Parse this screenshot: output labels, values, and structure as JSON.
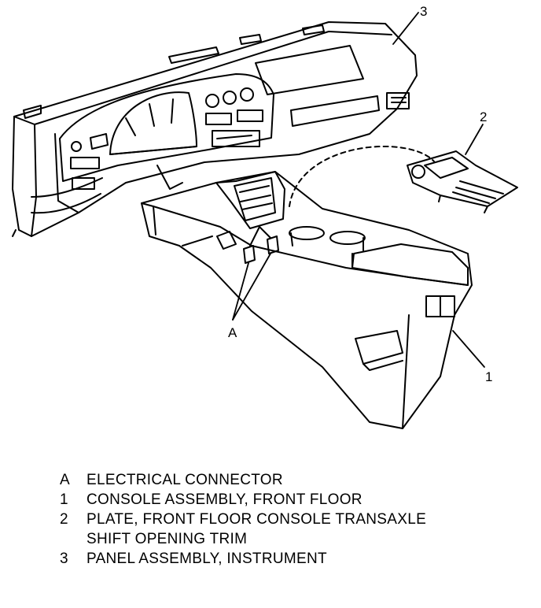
{
  "callouts": {
    "panel": "3",
    "plate": "2",
    "console": "1",
    "connector": "A"
  },
  "legend": {
    "items": [
      {
        "key": "A",
        "text": "ELECTRICAL CONNECTOR"
      },
      {
        "key": "1",
        "text": "CONSOLE ASSEMBLY, FRONT FLOOR"
      },
      {
        "key": "2",
        "text": "PLATE, FRONT FLOOR CONSOLE TRANSAXLE",
        "continuation": "SHIFT OPENING TRIM"
      },
      {
        "key": "3",
        "text": "PANEL ASSEMBLY, INSTRUMENT"
      }
    ]
  }
}
